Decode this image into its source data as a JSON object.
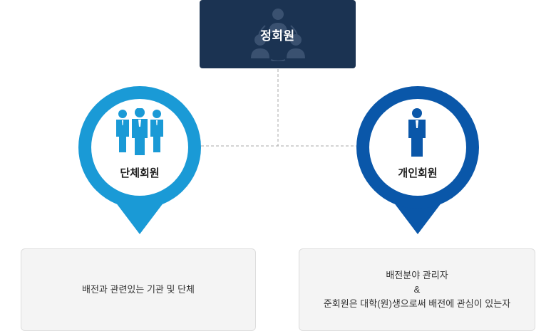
{
  "top": {
    "label": "정회원",
    "icon": "people-network-icon"
  },
  "left": {
    "label": "단체회원",
    "icon": "group-people-icon",
    "color": "#1a9ad6",
    "description": "배전과 관련있는 기관 및 단체"
  },
  "right": {
    "label": "개인회원",
    "icon": "person-icon",
    "color": "#0a57a9",
    "description_line1": "배전분야 관리자",
    "description_line2": "&",
    "description_line3": "준회원은 대학(원)생으로써 배전에 관심이 있는자"
  }
}
